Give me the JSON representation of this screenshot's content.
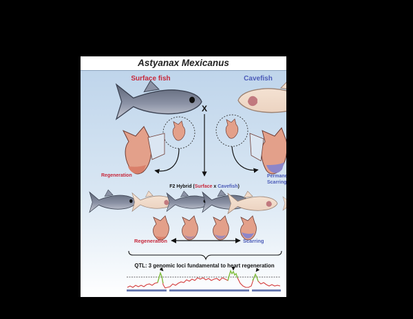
{
  "title": "Astyanax Mexicanus",
  "surface_label": "Surface fish",
  "cave_label": "Cavefish",
  "cross_symbol": "X",
  "regeneration_left": "Regeneration",
  "permanent_scarring": "Permanent\nScarring",
  "f2_prefix": "F2 Hybrid (",
  "f2_surface": "Surface",
  "f2_x": " x ",
  "f2_cave": "Cavefish",
  "f2_suffix": ")",
  "spectrum_left": "Regeneration",
  "spectrum_right": "Scarring",
  "qtl_text": "QTL: 3 genomic loci fundamental to heart regeneration",
  "colors": {
    "surface_red": "#c7283b",
    "cave_blue": "#4b5bb8",
    "heart": "#e3a08a",
    "heart_light": "#f1c7b7",
    "scar": "#8d86c9",
    "plot_red": "#d43b3b",
    "peak_green": "#7fc241",
    "chrom_bar": "#6b7bb2"
  }
}
